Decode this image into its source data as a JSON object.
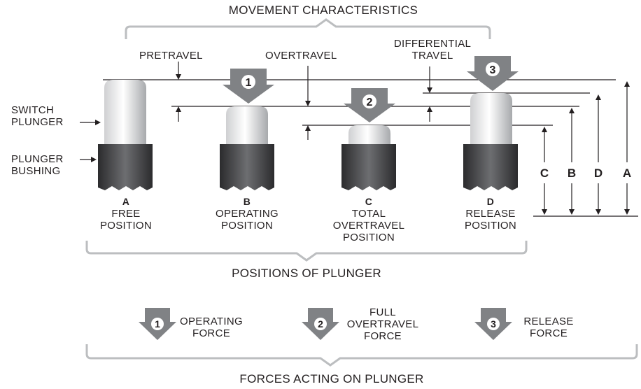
{
  "titles": {
    "movement": "MOVEMENT CHARACTERISTICS",
    "positions": "POSITIONS OF PLUNGER",
    "forces": "FORCES ACTING ON PLUNGER"
  },
  "labels": {
    "pretravel": "PRETRAVEL",
    "overtravel": "OVERTRAVEL",
    "differential": [
      "DIFFERENTIAL",
      "TRAVEL"
    ],
    "switch_plunger": [
      "SWITCH",
      "PLUNGER"
    ],
    "plunger_bushing": [
      "PLUNGER",
      "BUSHING"
    ]
  },
  "positions": [
    {
      "letter": "A",
      "lines": [
        "FREE",
        "POSITION"
      ]
    },
    {
      "letter": "B",
      "lines": [
        "OPERATING",
        "POSITION"
      ]
    },
    {
      "letter": "C",
      "lines": [
        "TOTAL",
        "OVERTRAVEL",
        "POSITION"
      ]
    },
    {
      "letter": "D",
      "lines": [
        "RELEASE",
        "POSITION"
      ]
    }
  ],
  "dimensions": [
    "C",
    "B",
    "D",
    "A"
  ],
  "force_markers": [
    "1",
    "2",
    "3"
  ],
  "forces": [
    {
      "number": "1",
      "lines": [
        "OPERATING",
        "FORCE"
      ]
    },
    {
      "number": "2",
      "lines": [
        "FULL",
        "OVERTRAVEL",
        "FORCE"
      ]
    },
    {
      "number": "3",
      "lines": [
        "RELEASE",
        "FORCE"
      ]
    }
  ],
  "colors": {
    "ink": "#231f20",
    "arrow_fill": "#808285",
    "bracket": "#bcbec0",
    "bushing_dark": "#3a3a3c",
    "plunger_light": "#e6e7e8"
  }
}
